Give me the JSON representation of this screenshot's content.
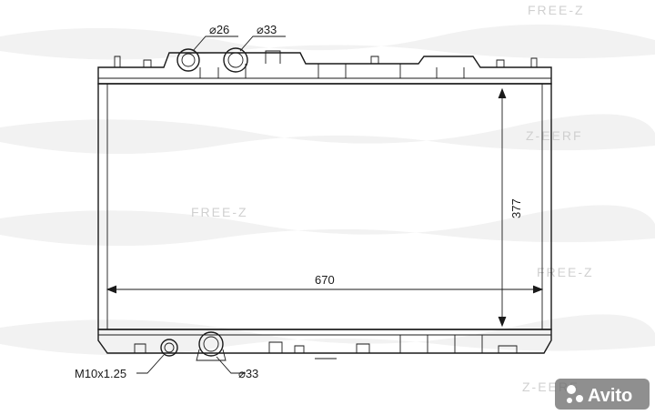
{
  "watermark": {
    "brand": "FREE-Z",
    "brand_mirrored": "Z-EERF"
  },
  "dimensions": {
    "inlet_top_left": "⌀26",
    "inlet_top_right": "⌀33",
    "height": "377",
    "width": "670",
    "thread": "M10x1.25",
    "outlet_bottom": "⌀33"
  },
  "branding": {
    "marketplace": "Avito"
  },
  "colors": {
    "line": "#1a1a1a",
    "watermark": "#d0d0d0",
    "background": "#ffffff"
  }
}
